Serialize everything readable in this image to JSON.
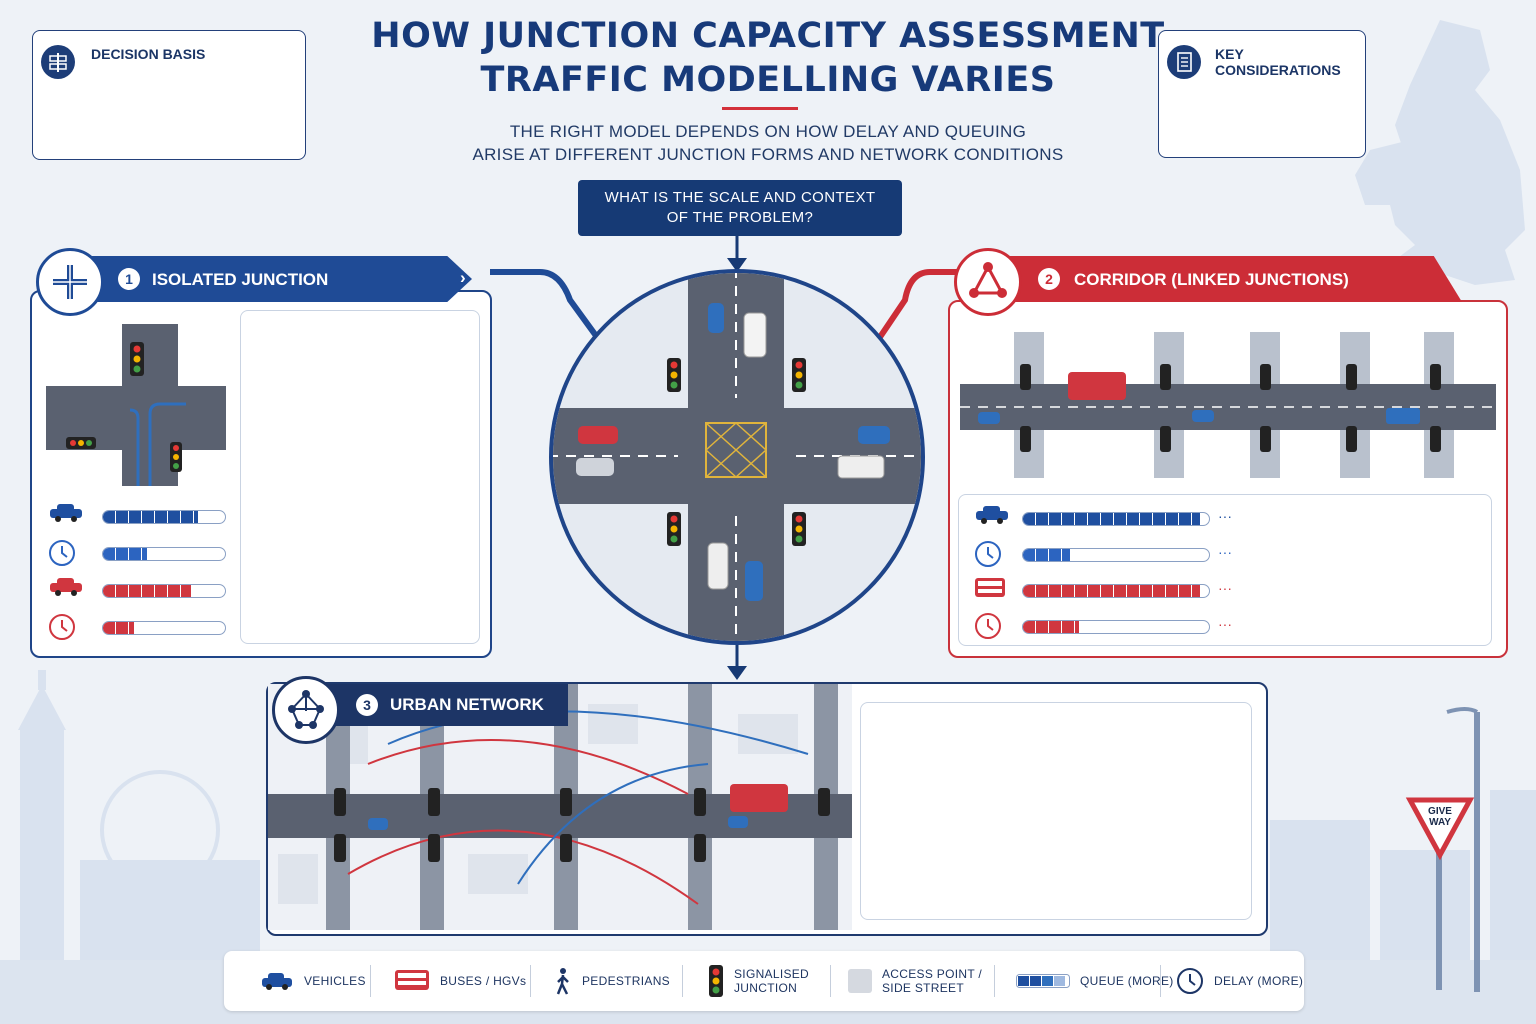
{
  "title_lines": [
    "HOW JUNCTION CAPACITY ASSESSMENT",
    "TRAFFIC MODELLING VARIES"
  ],
  "subtitle_lines": [
    "THE RIGHT MODEL DEPENDS ON HOW DELAY AND QUEUING",
    "ARISE AT DIFFERENT JUNCTION FORMS AND NETWORK CONDITIONS"
  ],
  "decision_basis": {
    "label": "DECISION BASIS",
    "icon": "signpost-icon"
  },
  "key_considerations": {
    "label": "KEY CONSIDERATIONS",
    "icon": "clipboard-checklist-icon"
  },
  "question": [
    "WHAT IS THE SCALE AND CONTEXT",
    "OF THE PROBLEM?"
  ],
  "panel1": {
    "number": "1",
    "label": "ISOLATED JUNCTION",
    "icon": "crossroads-icon",
    "metrics": [
      {
        "icon": "car-icon",
        "color": "#1f4fa0",
        "level": 0.78
      },
      {
        "icon": "clock-icon",
        "color": "#2c64c0",
        "level": 0.36
      },
      {
        "icon": "car-icon",
        "color": "#d0363f",
        "level": 0.72
      },
      {
        "icon": "clock-icon",
        "color": "#d0363f",
        "level": 0.25
      }
    ]
  },
  "panel2": {
    "number": "2",
    "label": "CORRIDOR (LINKED JUNCTIONS)",
    "icon": "linked-nodes-icon",
    "more": "···",
    "metrics": [
      {
        "icon": "car-icon",
        "color": "#1f4fa0",
        "level": 0.95
      },
      {
        "icon": "clock-icon",
        "color": "#2c64c0",
        "level": 0.25
      },
      {
        "icon": "bus-icon",
        "color": "#d0363f",
        "level": 0.95
      },
      {
        "icon": "clock-icon",
        "color": "#d0363f",
        "level": 0.3
      }
    ]
  },
  "panel3": {
    "number": "3",
    "label": "URBAN NETWORK",
    "icon": "network-graph-icon"
  },
  "give_way": [
    "GIVE",
    "WAY"
  ],
  "legend": [
    {
      "icon": "car-icon",
      "label": [
        "VEHICLES"
      ]
    },
    {
      "icon": "bus-icon",
      "label": [
        "BUSES / HGVs"
      ]
    },
    {
      "icon": "pedestrian-icon",
      "label": [
        "PEDESTRIANS"
      ]
    },
    {
      "icon": "traffic-light-icon",
      "label": [
        "SIGNALISED",
        "JUNCTION"
      ]
    },
    {
      "icon": "access-point-icon",
      "label": [
        "ACCESS POINT /",
        "SIDE STREET"
      ]
    },
    {
      "icon": "queue-bar-icon",
      "label": [
        "QUEUE (MORE)"
      ]
    },
    {
      "icon": "clock-icon",
      "label": [
        "DELAY (MORE)"
      ]
    }
  ]
}
